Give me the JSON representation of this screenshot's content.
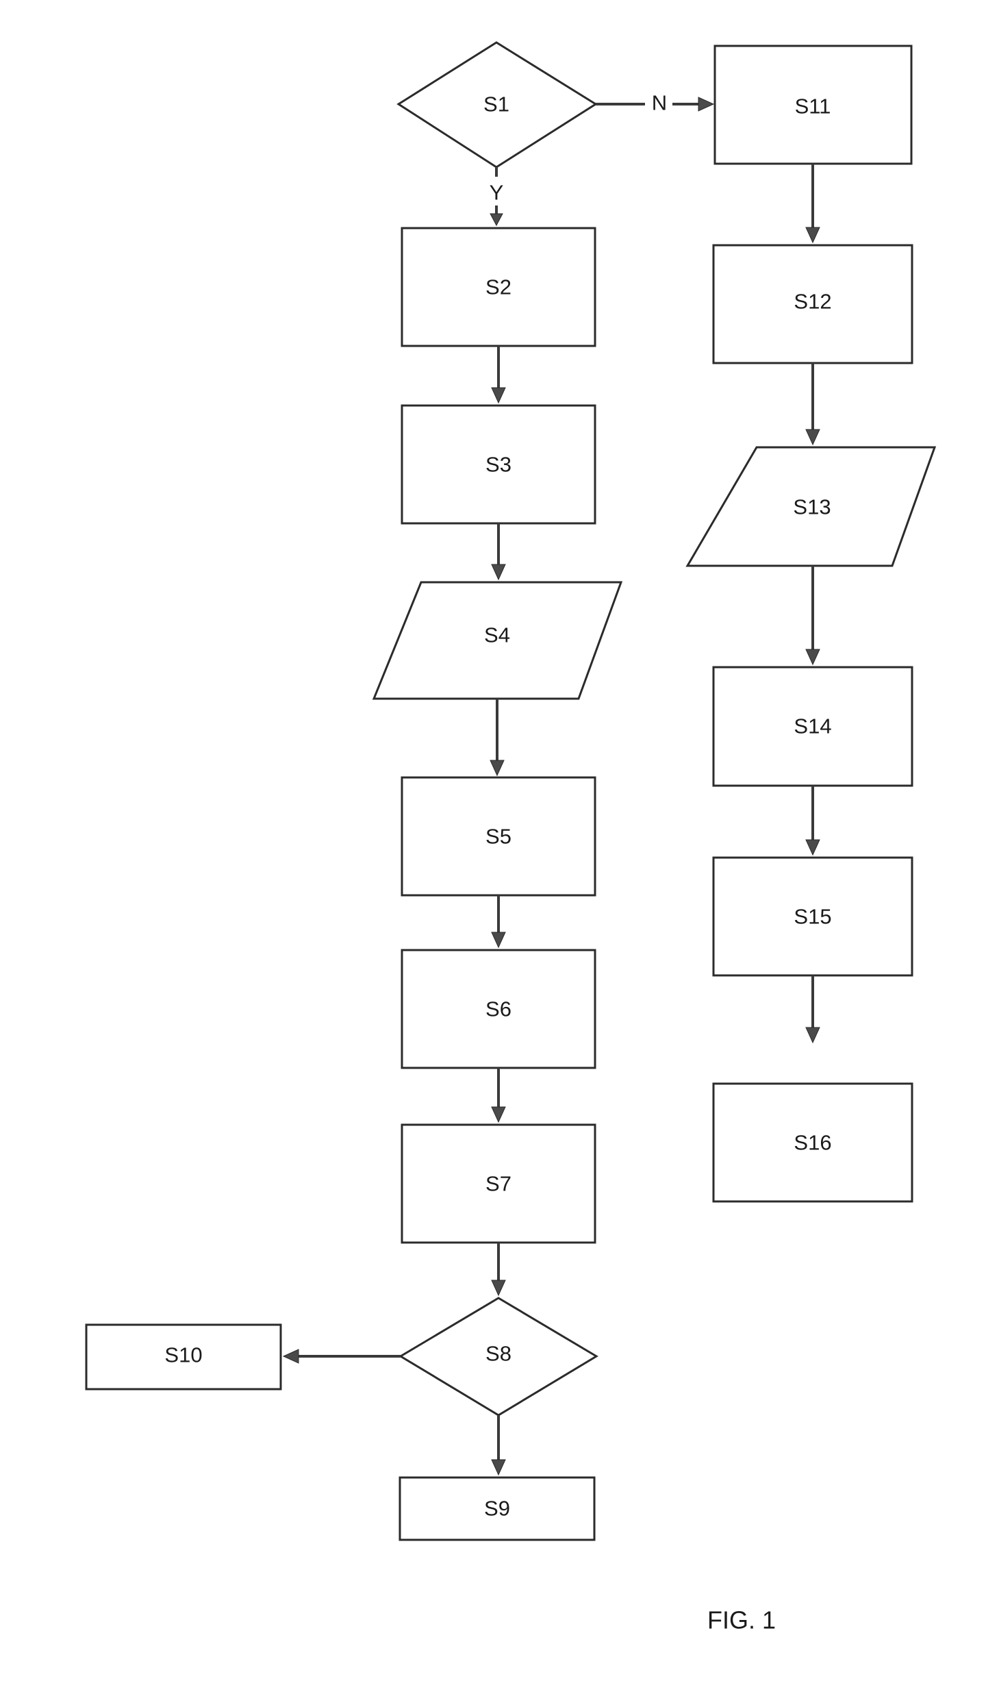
{
  "figure_label": "FIG. 1",
  "nodes": {
    "s1": "S1",
    "s2": "S2",
    "s3": "S3",
    "s4": "S4",
    "s5": "S5",
    "s6": "S6",
    "s7": "S7",
    "s8": "S8",
    "s9": "S9",
    "s10": "S10",
    "s11": "S11",
    "s12": "S12",
    "s13": "S13",
    "s14": "S14",
    "s15": "S15",
    "s16": "S16"
  },
  "edges": {
    "s1_yes": "Y",
    "s1_no": "N"
  }
}
